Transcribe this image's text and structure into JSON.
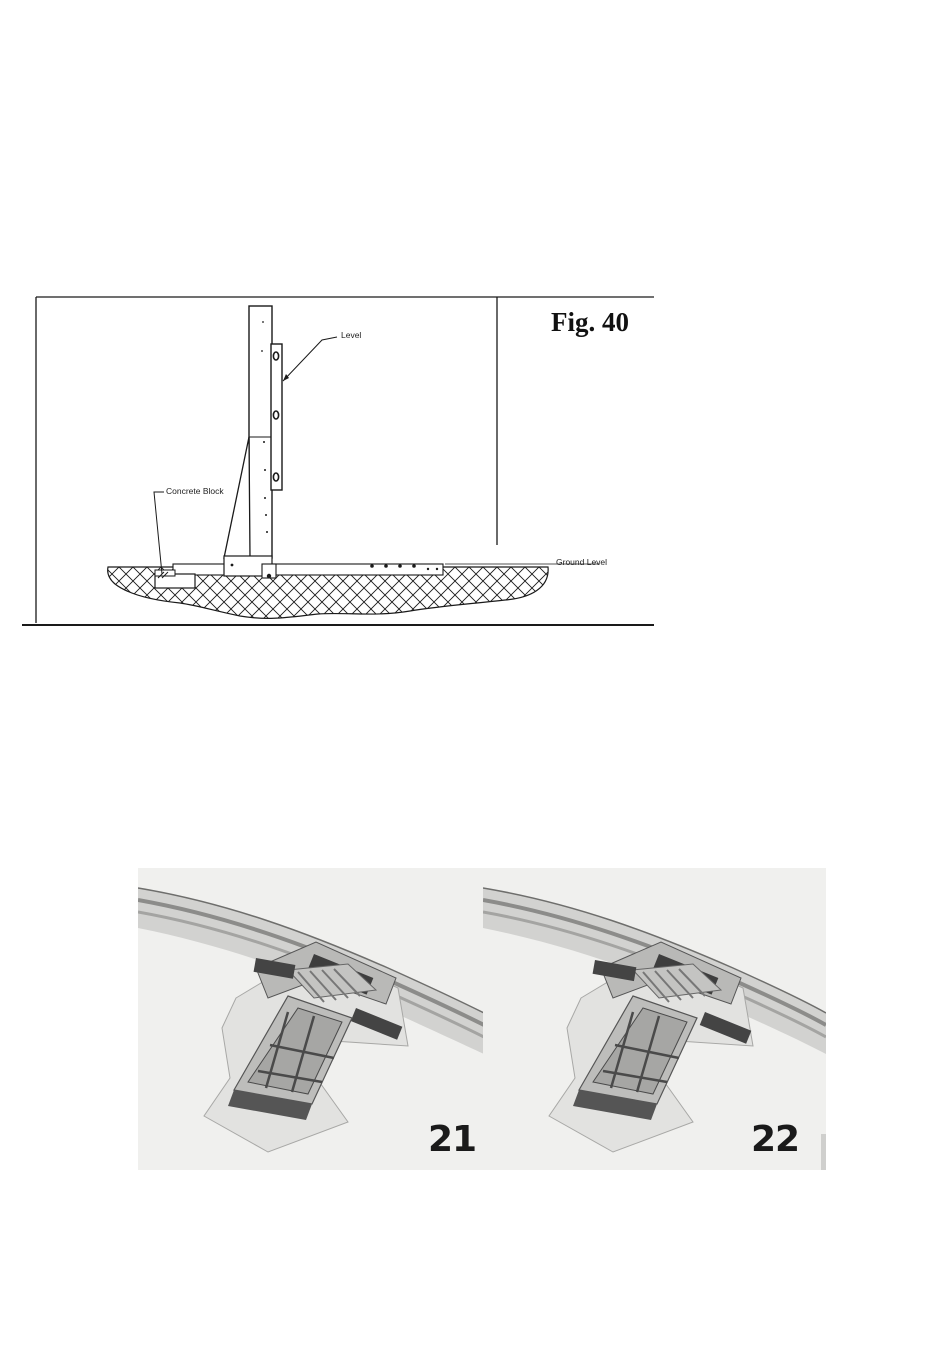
{
  "figure": {
    "title": "Fig. 40",
    "labels": {
      "level": "Level",
      "concrete_block": "Concrete Block",
      "ground_level": "Ground Level"
    }
  },
  "photos": [
    {
      "number": "21"
    },
    {
      "number": "22"
    }
  ],
  "colors": {
    "line": "#1a1a1a",
    "photo_background": "#f0f0ee",
    "rail": "#c8c8c6",
    "part_body": "#b4b4b4",
    "part_dark": "#3a3a3a"
  }
}
